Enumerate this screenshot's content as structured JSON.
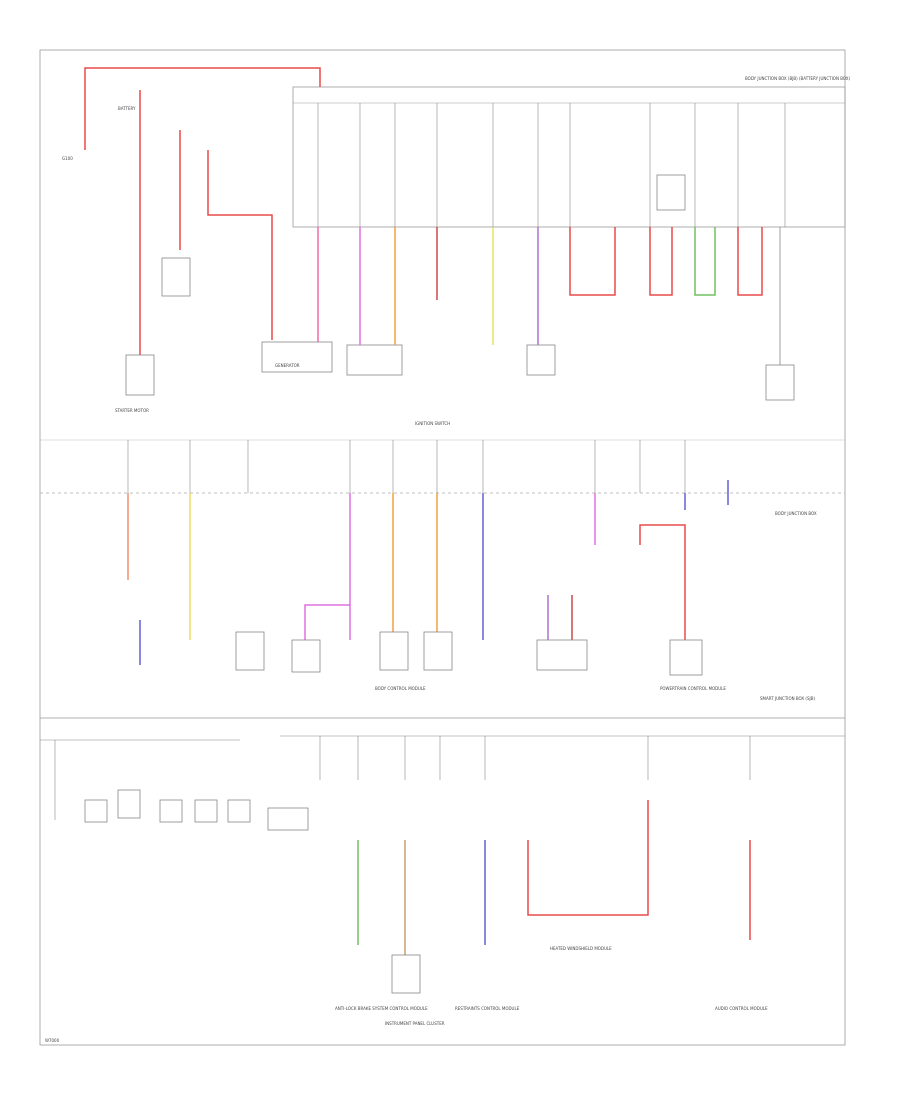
{
  "diagram": {
    "code": "W7000",
    "colors": {
      "frame": "#888888",
      "red": "#e84a4a",
      "pink": "#f06aa8",
      "orange": "#f0a040",
      "yellow": "#e8e060",
      "violet": "#b070d0",
      "blue": "#6060d0",
      "green": "#70c060",
      "tan": "#c8a070",
      "gray": "#909090"
    },
    "labels": {
      "top_right": "BODY JUNCTION BOX (BJB) (BATTERY JUNCTION BOX)",
      "battery": "BATTERY",
      "ground": "G100",
      "starter": "STARTER MOTOR",
      "generator": "GENERATOR",
      "ignition": "IGNITION SWITCH",
      "right_block": "BODY JUNCTION BOX",
      "bottom_right": "SMART JUNCTION BOX (SJB)",
      "mid_module": "BODY CONTROL MODULE",
      "right_module": "POWERTRAIN CONTROL MODULE",
      "bottom_module_a": "ANTI-LOCK BRAKE SYSTEM CONTROL MODULE",
      "bottom_module_b": "INSTRUMENT PANEL CLUSTER",
      "bottom_module_c": "RESTRAINTS CONTROL MODULE",
      "bottom_center": "HEATED WINDSHIELD MODULE",
      "bottom_right_lbl": "AUDIO CONTROL MODULE"
    }
  }
}
